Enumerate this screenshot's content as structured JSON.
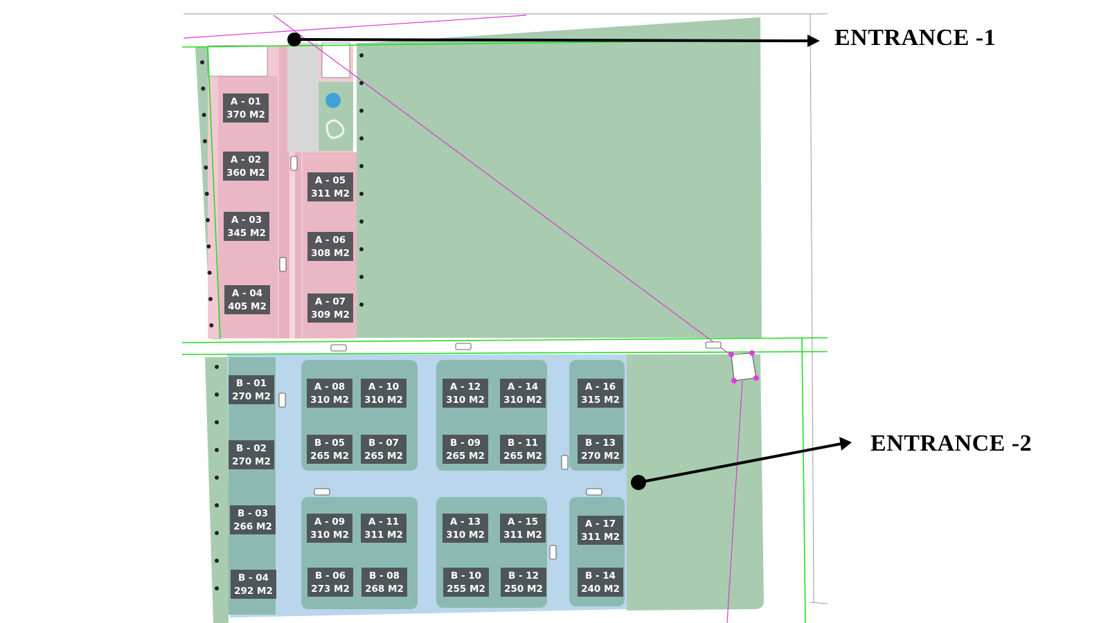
{
  "entrances": [
    {
      "id": "entrance-1",
      "label": "ENTRANCE -1"
    },
    {
      "id": "entrance-2",
      "label": "ENTRANCE -2"
    }
  ],
  "colors": {
    "zone_a": "#f2c9d2",
    "zone_b": "#b9d6ec",
    "open_land": "#a9ccb1",
    "boundary": "#22dd22",
    "survey_line": "#d63ad6",
    "arrow": "#000000",
    "label_bg": "#4a4d52"
  },
  "plots": [
    {
      "code": "A - 01",
      "area": "370 M2"
    },
    {
      "code": "A - 02",
      "area": "360 M2"
    },
    {
      "code": "A - 03",
      "area": "345 M2"
    },
    {
      "code": "A - 04",
      "area": "405 M2"
    },
    {
      "code": "A - 05",
      "area": "311 M2"
    },
    {
      "code": "A - 06",
      "area": "308 M2"
    },
    {
      "code": "A - 07",
      "area": "309 M2"
    },
    {
      "code": "B - 01",
      "area": "270 M2"
    },
    {
      "code": "B - 02",
      "area": "270 M2"
    },
    {
      "code": "B - 03",
      "area": "266 M2"
    },
    {
      "code": "B - 04",
      "area": "292 M2"
    },
    {
      "code": "A - 08",
      "area": "310 M2"
    },
    {
      "code": "A - 10",
      "area": "310 M2"
    },
    {
      "code": "A - 12",
      "area": "310 M2"
    },
    {
      "code": "A - 14",
      "area": "310 M2"
    },
    {
      "code": "A - 16",
      "area": "315 M2"
    },
    {
      "code": "B - 05",
      "area": "265 M2"
    },
    {
      "code": "B - 07",
      "area": "265 M2"
    },
    {
      "code": "B - 09",
      "area": "265 M2"
    },
    {
      "code": "B - 11",
      "area": "265 M2"
    },
    {
      "code": "B - 13",
      "area": "270 M2"
    },
    {
      "code": "A - 09",
      "area": "310 M2"
    },
    {
      "code": "A - 11",
      "area": "311 M2"
    },
    {
      "code": "A - 13",
      "area": "310 M2"
    },
    {
      "code": "A - 15",
      "area": "311 M2"
    },
    {
      "code": "A - 17",
      "area": "311 M2"
    },
    {
      "code": "B - 06",
      "area": "273 M2"
    },
    {
      "code": "B - 08",
      "area": "268 M2"
    },
    {
      "code": "B - 10",
      "area": "255 M2"
    },
    {
      "code": "B - 12",
      "area": "250 M2"
    },
    {
      "code": "B - 14",
      "area": "240 M2"
    }
  ]
}
